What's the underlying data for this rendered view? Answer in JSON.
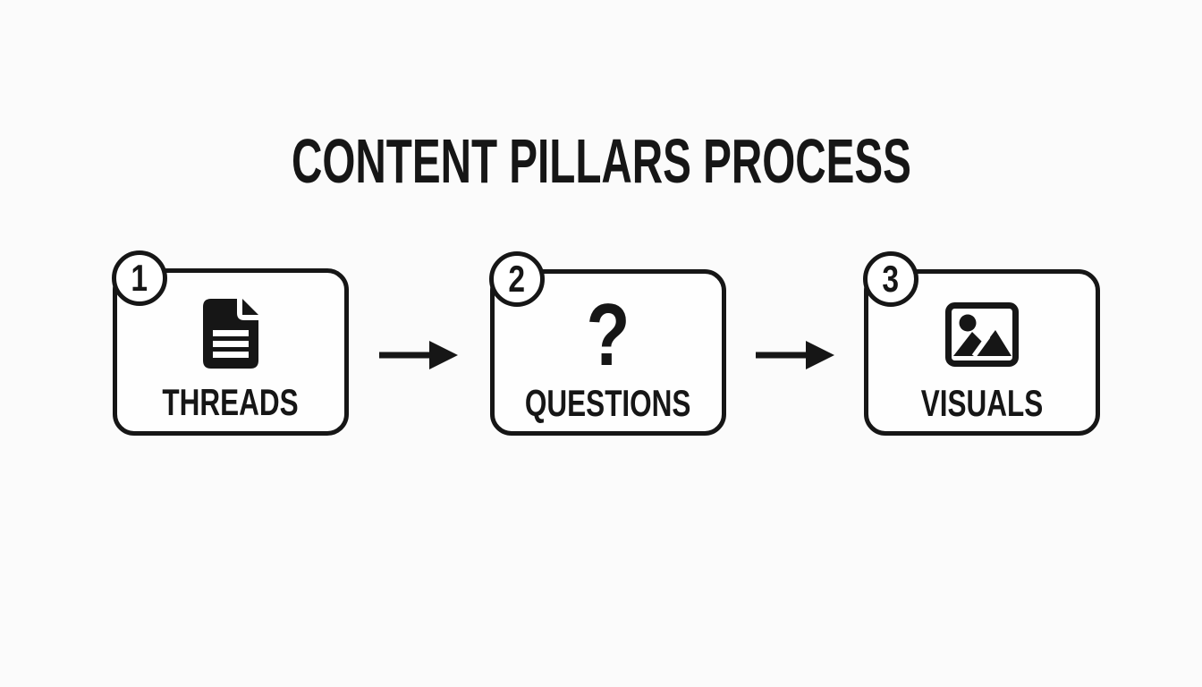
{
  "title": "CONTENT PILLARS PROCESS",
  "steps": [
    {
      "number": "1",
      "label": "THREADS",
      "icon": "document-icon"
    },
    {
      "number": "2",
      "label": "QUESTIONS",
      "icon": "question-mark-icon",
      "glyph": "?"
    },
    {
      "number": "3",
      "label": "VISUALS",
      "icon": "image-icon"
    }
  ],
  "connectors": [
    {
      "type": "arrow-right"
    },
    {
      "type": "arrow-right"
    }
  ],
  "colors": {
    "ink": "#161616",
    "background": "#fbfbfb",
    "card_fill": "#fefefe"
  }
}
